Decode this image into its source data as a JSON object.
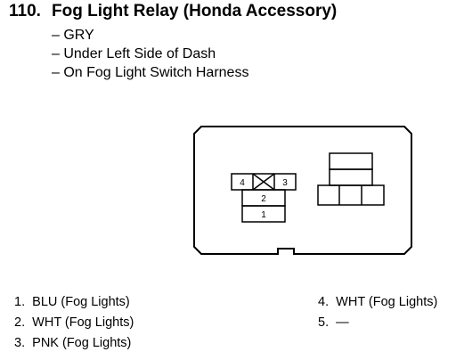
{
  "header": {
    "number": "110.",
    "title": "Fog Light Relay (Honda Accessory)"
  },
  "details": [
    "– GRY",
    "– Under Left Side of Dash",
    "– On Fog Light Switch Harness"
  ],
  "connector": {
    "labels": {
      "pin4": "4",
      "pin3": "3",
      "pin2": "2",
      "pin1": "1"
    }
  },
  "pins": [
    {
      "num": "1.",
      "desc": "BLU (Fog Lights)"
    },
    {
      "num": "2.",
      "desc": "WHT (Fog Lights)"
    },
    {
      "num": "3.",
      "desc": "PNK (Fog Lights)"
    },
    {
      "num": "4.",
      "desc": "WHT (Fog Lights)"
    },
    {
      "num": "5.",
      "desc": "—"
    }
  ]
}
